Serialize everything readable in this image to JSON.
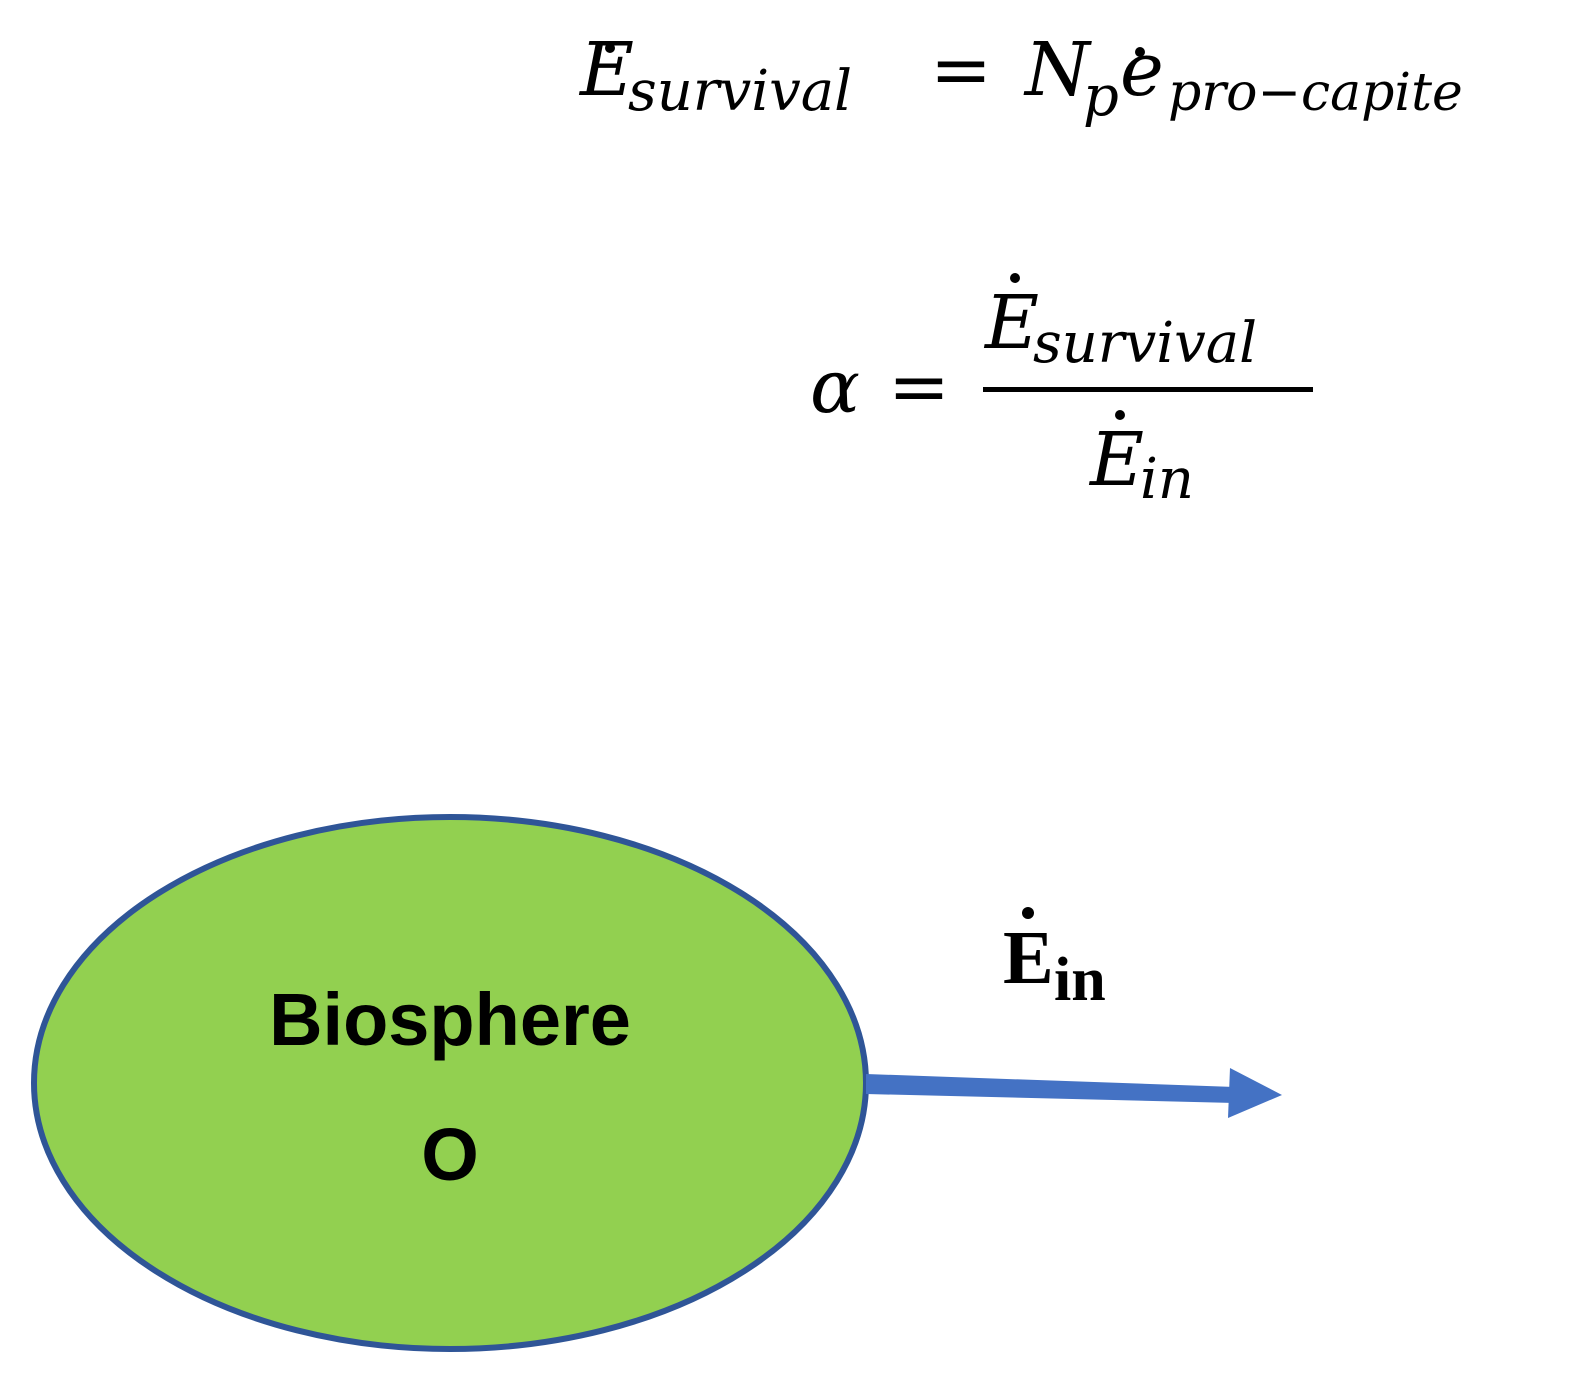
{
  "equations": {
    "eq1": {
      "lhs_symbol": "E",
      "lhs_subscript": "survival",
      "equals": "=",
      "rhs_n": "N",
      "rhs_n_subscript": "p",
      "rhs_e": "e",
      "rhs_e_subscript": "pro−capite"
    },
    "eq2": {
      "lhs": "α",
      "equals": "=",
      "numerator_symbol": "E",
      "numerator_subscript": "survival",
      "denominator_symbol": "E",
      "denominator_subscript": "in"
    }
  },
  "diagram": {
    "node": {
      "label": "Biosphere",
      "sublabel": "O",
      "fill_color": "#92d050",
      "stroke_color": "#2f5597"
    },
    "arrow": {
      "label_symbol": "E",
      "label_subscript": "in",
      "color": "#4472c4"
    }
  }
}
